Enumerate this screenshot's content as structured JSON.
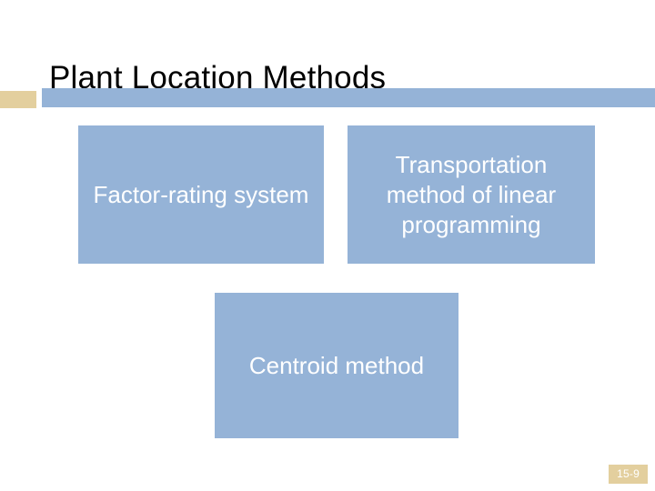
{
  "slide": {
    "title": "Plant Location Methods",
    "page_label": "15-9",
    "colors": {
      "box_fill": "#95b3d7",
      "accent_tan": "#e3cf9e",
      "box_text": "#ffffff",
      "title_text": "#000000",
      "background": "#ffffff"
    },
    "divider": {
      "tan_block_label": "accent-block",
      "blue_bar_label": "divider-bar"
    },
    "boxes": [
      {
        "id": "factor-rating",
        "text": "Factor-rating system"
      },
      {
        "id": "transportation",
        "text": "Transportation method of linear programming"
      },
      {
        "id": "centroid",
        "text": "Centroid method"
      }
    ]
  }
}
